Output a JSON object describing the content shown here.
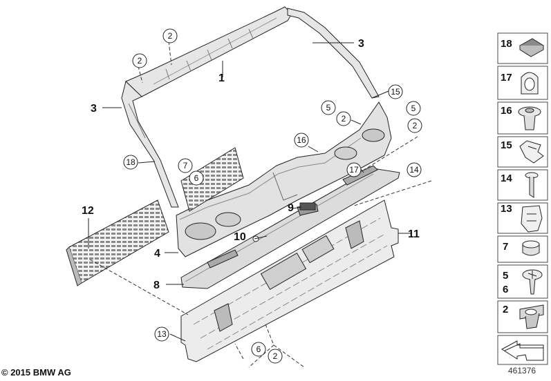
{
  "copyright": "© 2015 BMW AG",
  "document_number": "461376",
  "callouts": {
    "c1": "1",
    "c3a": "3",
    "c3b": "3",
    "c4": "4",
    "c8": "8",
    "c9": "9",
    "c10": "10",
    "c11": "11",
    "c12": "12"
  },
  "circled": {
    "k2a": "2",
    "k2b": "2",
    "k2c": "2",
    "k2d": "2",
    "k2e": "2",
    "k5a": "5",
    "k5b": "5",
    "k6a": "6",
    "k6b": "6",
    "k7": "7",
    "k13": "13",
    "k14": "14",
    "k15": "15",
    "k16": "16",
    "k17": "17",
    "k18": "18"
  },
  "legend": [
    {
      "label": "18",
      "icon": "clip-nut-icon"
    },
    {
      "label": "17",
      "icon": "cap-icon"
    },
    {
      "label": "16",
      "icon": "expanding-rivet-icon"
    },
    {
      "label": "15",
      "icon": "spring-clip-icon"
    },
    {
      "label": "14",
      "icon": "push-pin-icon"
    },
    {
      "label": "13",
      "icon": "retainer-clip-icon"
    },
    {
      "label": "7",
      "icon": "plug-cap-icon"
    },
    {
      "label": "5",
      "icon": "screw-icon"
    },
    {
      "label": "6",
      "icon": ""
    },
    {
      "label": "2",
      "icon": "grommet-nut-icon"
    },
    {
      "label": "",
      "icon": "arrow-icon"
    }
  ],
  "colors": {
    "line": "#222222",
    "part_fill": "#e8e8e8",
    "part_dark": "#9a9a9a",
    "legend_border": "#444444"
  }
}
